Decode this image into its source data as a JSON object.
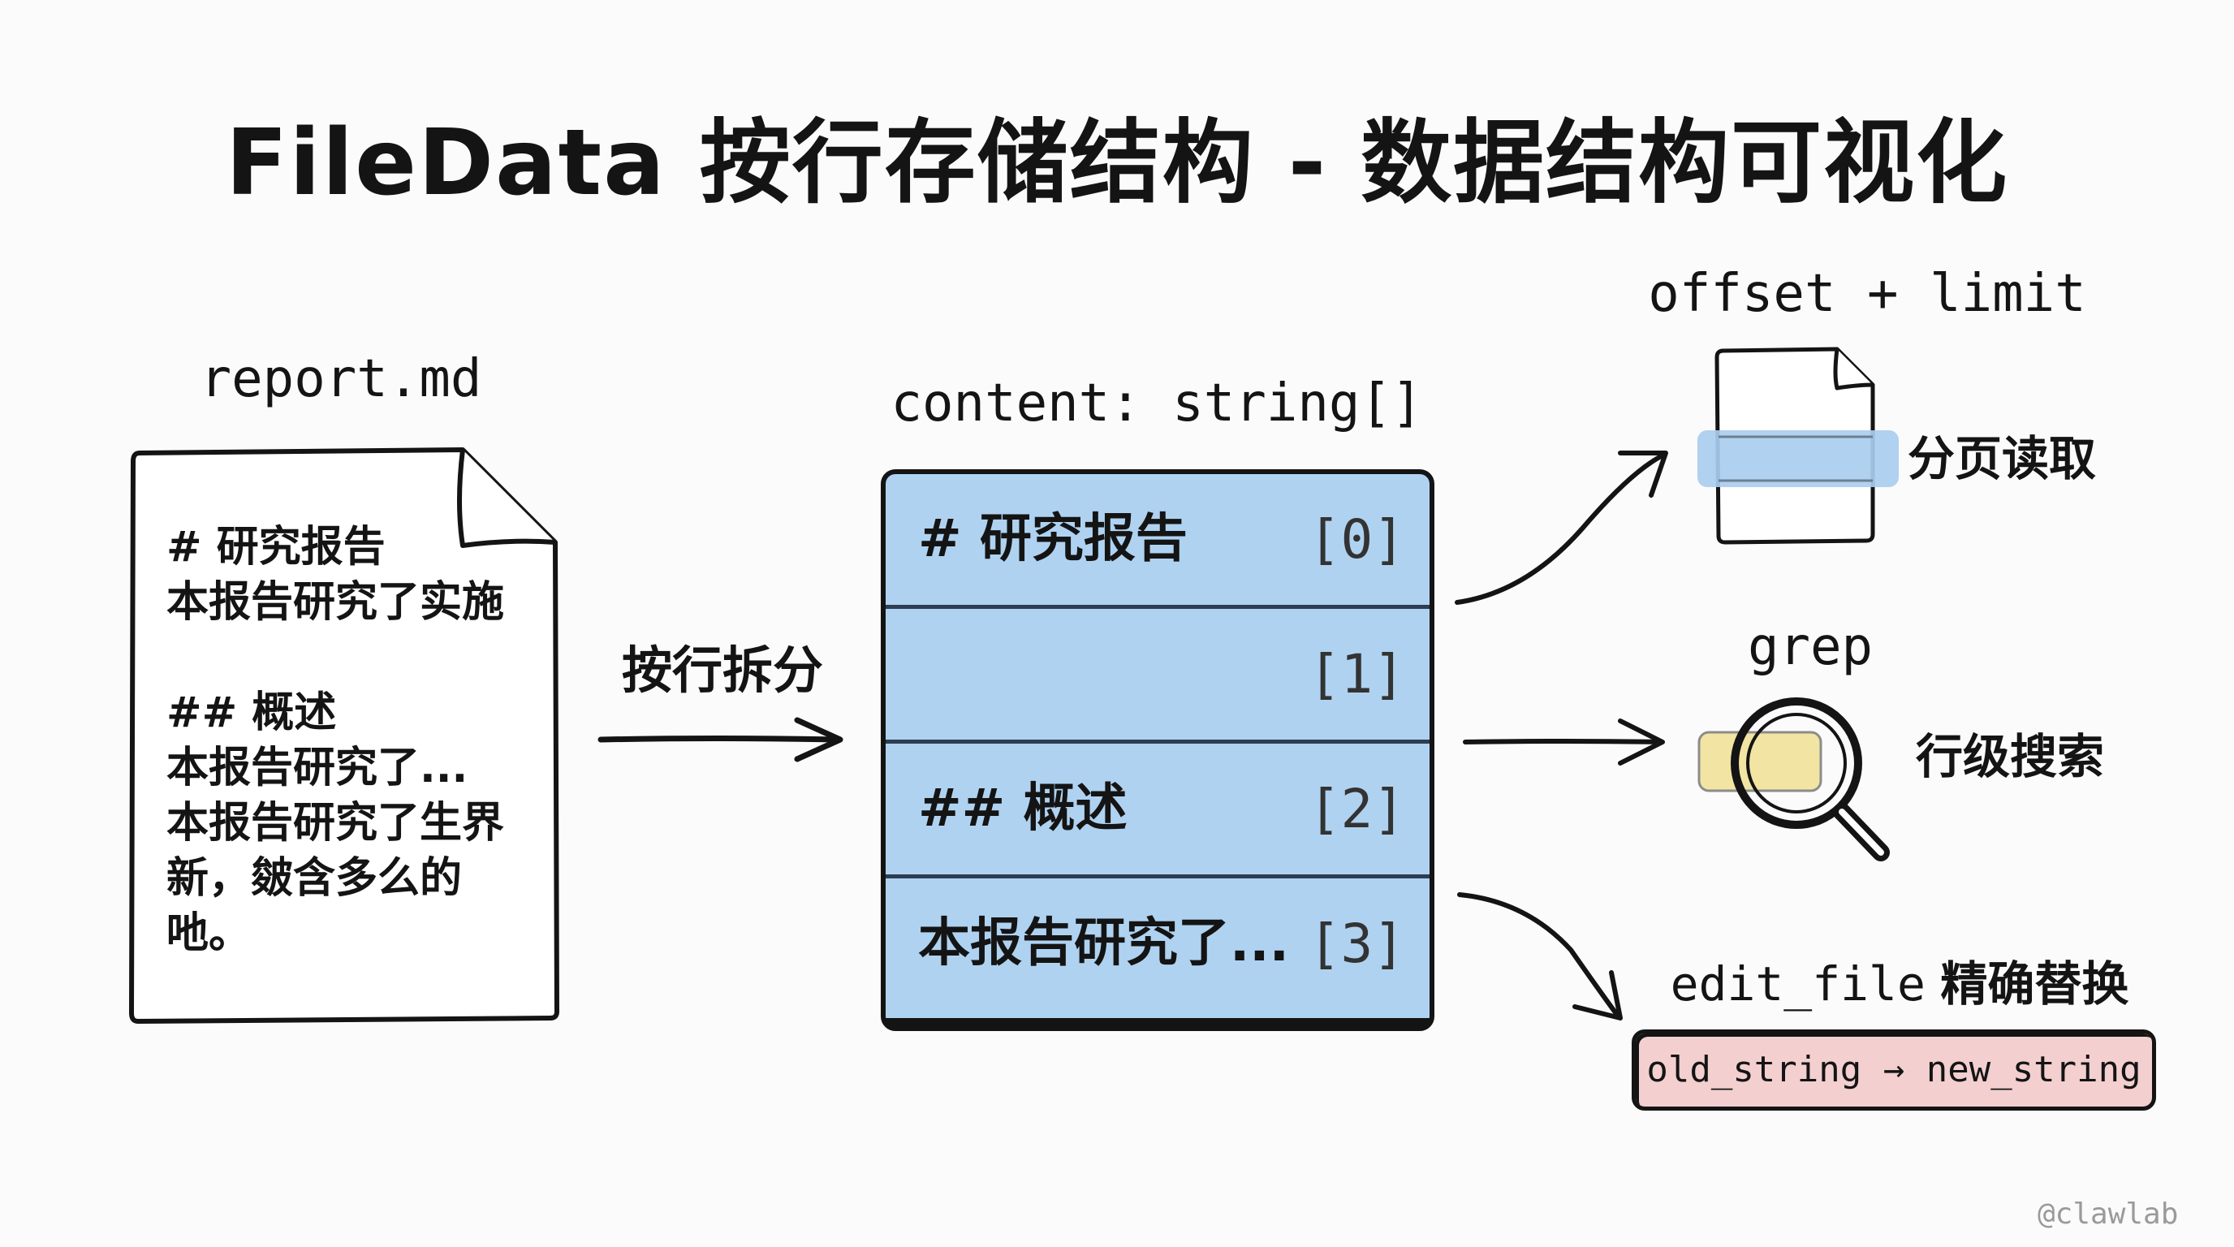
{
  "title": "FileData 按行存储结构 - 数据结构可视化",
  "source_file": {
    "filename": "report.md",
    "lines": [
      "# 研究报告",
      "本报告研究了实施",
      "",
      "## 概述",
      "本报告研究了...",
      "本报告研究了生界",
      "新，皴含多么的",
      "吔。"
    ]
  },
  "split_label": "按行拆分",
  "array": {
    "label": "content: string[]",
    "cells": [
      {
        "text": "# 研究报告",
        "index": "[0]"
      },
      {
        "text": "",
        "index": "[1]"
      },
      {
        "text": "## 概述",
        "index": "[2]"
      },
      {
        "text": "本报告研究了...",
        "index": "[3]"
      }
    ]
  },
  "operations": {
    "offset": {
      "label": "offset + limit",
      "desc": "分页读取",
      "icon": "page-icon",
      "highlight_color": "#a9cdee"
    },
    "grep": {
      "label": "grep",
      "desc": "行级搜索",
      "icon": "magnifier-icon",
      "highlight_color": "#f2e4a2"
    },
    "edit": {
      "label": "edit_file",
      "desc": "精确替换",
      "replacement": "old_string → new_string",
      "box_color": "#f3cfcf"
    }
  },
  "watermark": "@clawlab",
  "colors": {
    "cell_fill": "#afd2f1",
    "ink": "#141414",
    "background": "#fbfbfb"
  }
}
